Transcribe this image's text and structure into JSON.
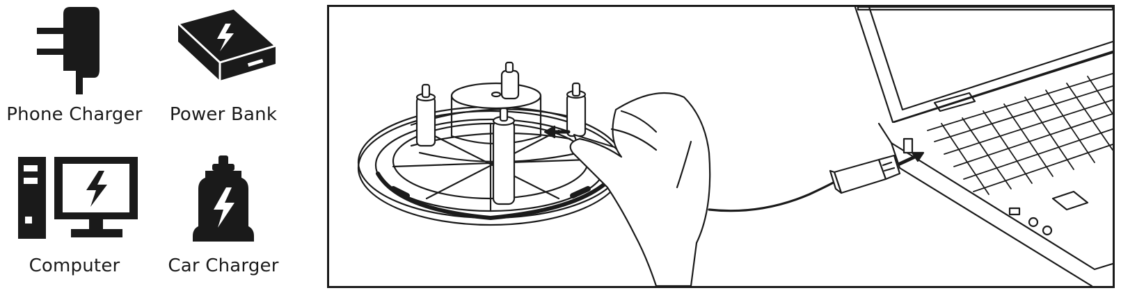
{
  "charging_sources": [
    {
      "label": "Phone Charger",
      "icon": "wall-plug-icon"
    },
    {
      "label": "Power Bank",
      "icon": "power-bank-icon"
    },
    {
      "label": "Computer",
      "icon": "desktop-computer-icon"
    },
    {
      "label": "Car Charger",
      "icon": "car-charger-icon"
    }
  ],
  "colors": {
    "ink": "#1a1a1a",
    "background": "#ffffff"
  }
}
